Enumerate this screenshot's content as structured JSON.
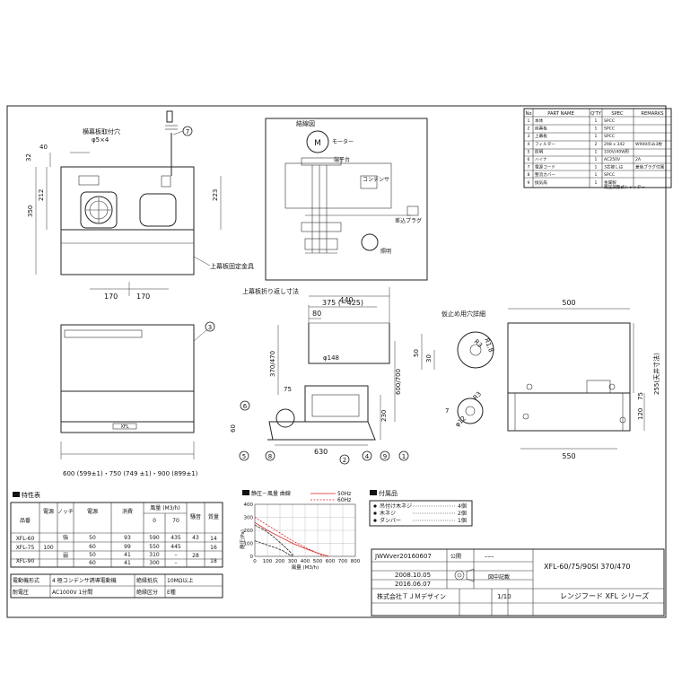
{
  "parts_table": {
    "headers": [
      "No",
      "PART NAME",
      "Q'TY",
      "SPEC",
      "REMARKS"
    ],
    "rows": [
      [
        "1",
        "本体",
        "1",
        "SPCC",
        ""
      ],
      [
        "2",
        "前幕板",
        "1",
        "SPCC",
        ""
      ],
      [
        "3",
        "上幕板",
        "1",
        "SPCC",
        ""
      ],
      [
        "4",
        "フィルター",
        "2",
        "298 x 342",
        "W900のみ3枚"
      ],
      [
        "5",
        "照明",
        "1",
        "100V/40W形",
        ""
      ],
      [
        "6",
        "ハイナ",
        "1",
        "AC250V",
        "2A"
      ],
      [
        "7",
        "電源コード",
        "1",
        "3芯被しは",
        "差後プラグ付属"
      ],
      [
        "8",
        "整流カバー",
        "1",
        "SPCC",
        ""
      ],
      [
        "9",
        "換気扇",
        "1",
        "金属製\n風圧調整式シャッター",
        ""
      ]
    ]
  },
  "top_view": {
    "note": "横幕板取付穴",
    "hole_note": "φ5×4",
    "dims": {
      "d40": "40",
      "d32": "32",
      "d350": "350",
      "d212": "212",
      "d223": "223",
      "d170a": "170",
      "d170b": "170"
    },
    "bracket_note": "上幕板固定金具",
    "balloon": "7"
  },
  "wiring": {
    "title": "結線図",
    "motor": "M",
    "motor_note": "モーター",
    "labels": {
      "terminal": "端子台",
      "capacitor": "コンデンサ",
      "plug": "差込プラグ",
      "lamp": "照明"
    }
  },
  "front_view": {
    "balloon": "3",
    "badge": "XFL",
    "width_label": "600 (599±1)・750 (749 ±1)・900 (899±1)"
  },
  "side_view": {
    "fold_note": "上幕板折り返し寸法",
    "dims": {
      "d440": "440",
      "d375": "375 (~425)",
      "d80": "80",
      "d370": "370/470",
      "d148": "φ148",
      "d75": "75",
      "d600": "600/700",
      "d230": "230",
      "d60": "60",
      "d630": "630"
    },
    "balloons": [
      "6",
      "5",
      "8",
      "2",
      "4",
      "9",
      "1"
    ]
  },
  "detail": {
    "title": "仮止め用穴詳細",
    "dims": {
      "r3": "R3",
      "r1": "R1.8",
      "d50": "50",
      "d30": "30",
      "d7": "7",
      "d12": "φ12",
      "r32": "R3"
    }
  },
  "right_view": {
    "dims": {
      "d500": "500",
      "d550": "550",
      "d120": "120",
      "d75": "75",
      "d255": "255(天井寸法)"
    }
  },
  "spec_table": {
    "title": "特性表",
    "head": [
      "品番",
      "電源\n電圧\n(V)",
      "ノッチ",
      "電源\n周波数\n(Hz)",
      "消費\n電力\n(W)",
      "風量 (M3/h)",
      "騒音\n(dB)",
      "質量\n(Kg)"
    ],
    "subhead": [
      "0\n(Pa)",
      "70\n(Pa)"
    ],
    "models": [
      "XFL-60",
      "XFL-75",
      "XFL-90"
    ],
    "voltage": "100",
    "notch_hi": "強",
    "notch_lo": "弱",
    "rows": [
      [
        "50",
        "93",
        "590",
        "435"
      ],
      [
        "60",
        "99",
        "550",
        "445"
      ],
      [
        "50",
        "41",
        "310",
        "–"
      ],
      [
        "60",
        "41",
        "300",
        "–"
      ]
    ],
    "noise": [
      "43",
      "28"
    ],
    "mass": [
      "14",
      "16",
      "18"
    ],
    "footer": [
      [
        "電動機形式",
        "4 極コンデンサ誘導電動機",
        "絶縁抵抗",
        "10MΩ以上"
      ],
      [
        "耐電圧",
        "AC1000V 1分間",
        "絶縁区分",
        "E種"
      ]
    ]
  },
  "chart_data": {
    "type": "line",
    "title": "静圧－風量 曲線",
    "xlabel": "風量 (M3/h)",
    "ylabel": "静圧(Pa)",
    "xlim": [
      0,
      800
    ],
    "ylim": [
      0,
      400
    ],
    "x_ticks": [
      "0",
      "100",
      "200",
      "300",
      "400",
      "500",
      "600",
      "700",
      "800"
    ],
    "y_ticks": [
      "0",
      "100",
      "200",
      "300",
      "400"
    ],
    "legend": [
      "50Hz",
      "60Hz"
    ],
    "series": [
      {
        "name": "50Hz",
        "color": "#d22",
        "x": [
          0,
          100,
          200,
          300,
          400,
          500,
          590
        ],
        "y": [
          260,
          200,
          150,
          100,
          60,
          25,
          0
        ]
      },
      {
        "name": "60Hz",
        "color": "#d22",
        "x": [
          0,
          100,
          200,
          300,
          400,
          500,
          550
        ],
        "y": [
          300,
          240,
          180,
          120,
          70,
          25,
          0
        ]
      },
      {
        "name": "",
        "color": "#222",
        "x": [
          0,
          80,
          150,
          220,
          280,
          310
        ],
        "y": [
          240,
          200,
          150,
          90,
          35,
          0
        ]
      },
      {
        "name": "",
        "color": "#222",
        "x": [
          0,
          60,
          120,
          180,
          230,
          260,
          300
        ],
        "y": [
          120,
          100,
          80,
          60,
          40,
          20,
          0
        ]
      }
    ]
  },
  "accessories": {
    "title": "付属品",
    "items": [
      [
        "吊付け木ネジ",
        "4個"
      ],
      [
        "木ネジ",
        "2個"
      ],
      [
        "ダンパー",
        "1個"
      ]
    ]
  },
  "title_block": {
    "version": "JWWver20160607",
    "kouhen_label": "公開",
    "kouhen_value": "–––",
    "date1": "2008.10.05",
    "date2": "2016.06.07",
    "scale_note": "図中記載",
    "model": "XFL-60/75/90SI 370/470",
    "company": "株式会社ＴＪＭデザイン",
    "scale": "1/10",
    "name": "レンジフード XFL シリーズ"
  }
}
